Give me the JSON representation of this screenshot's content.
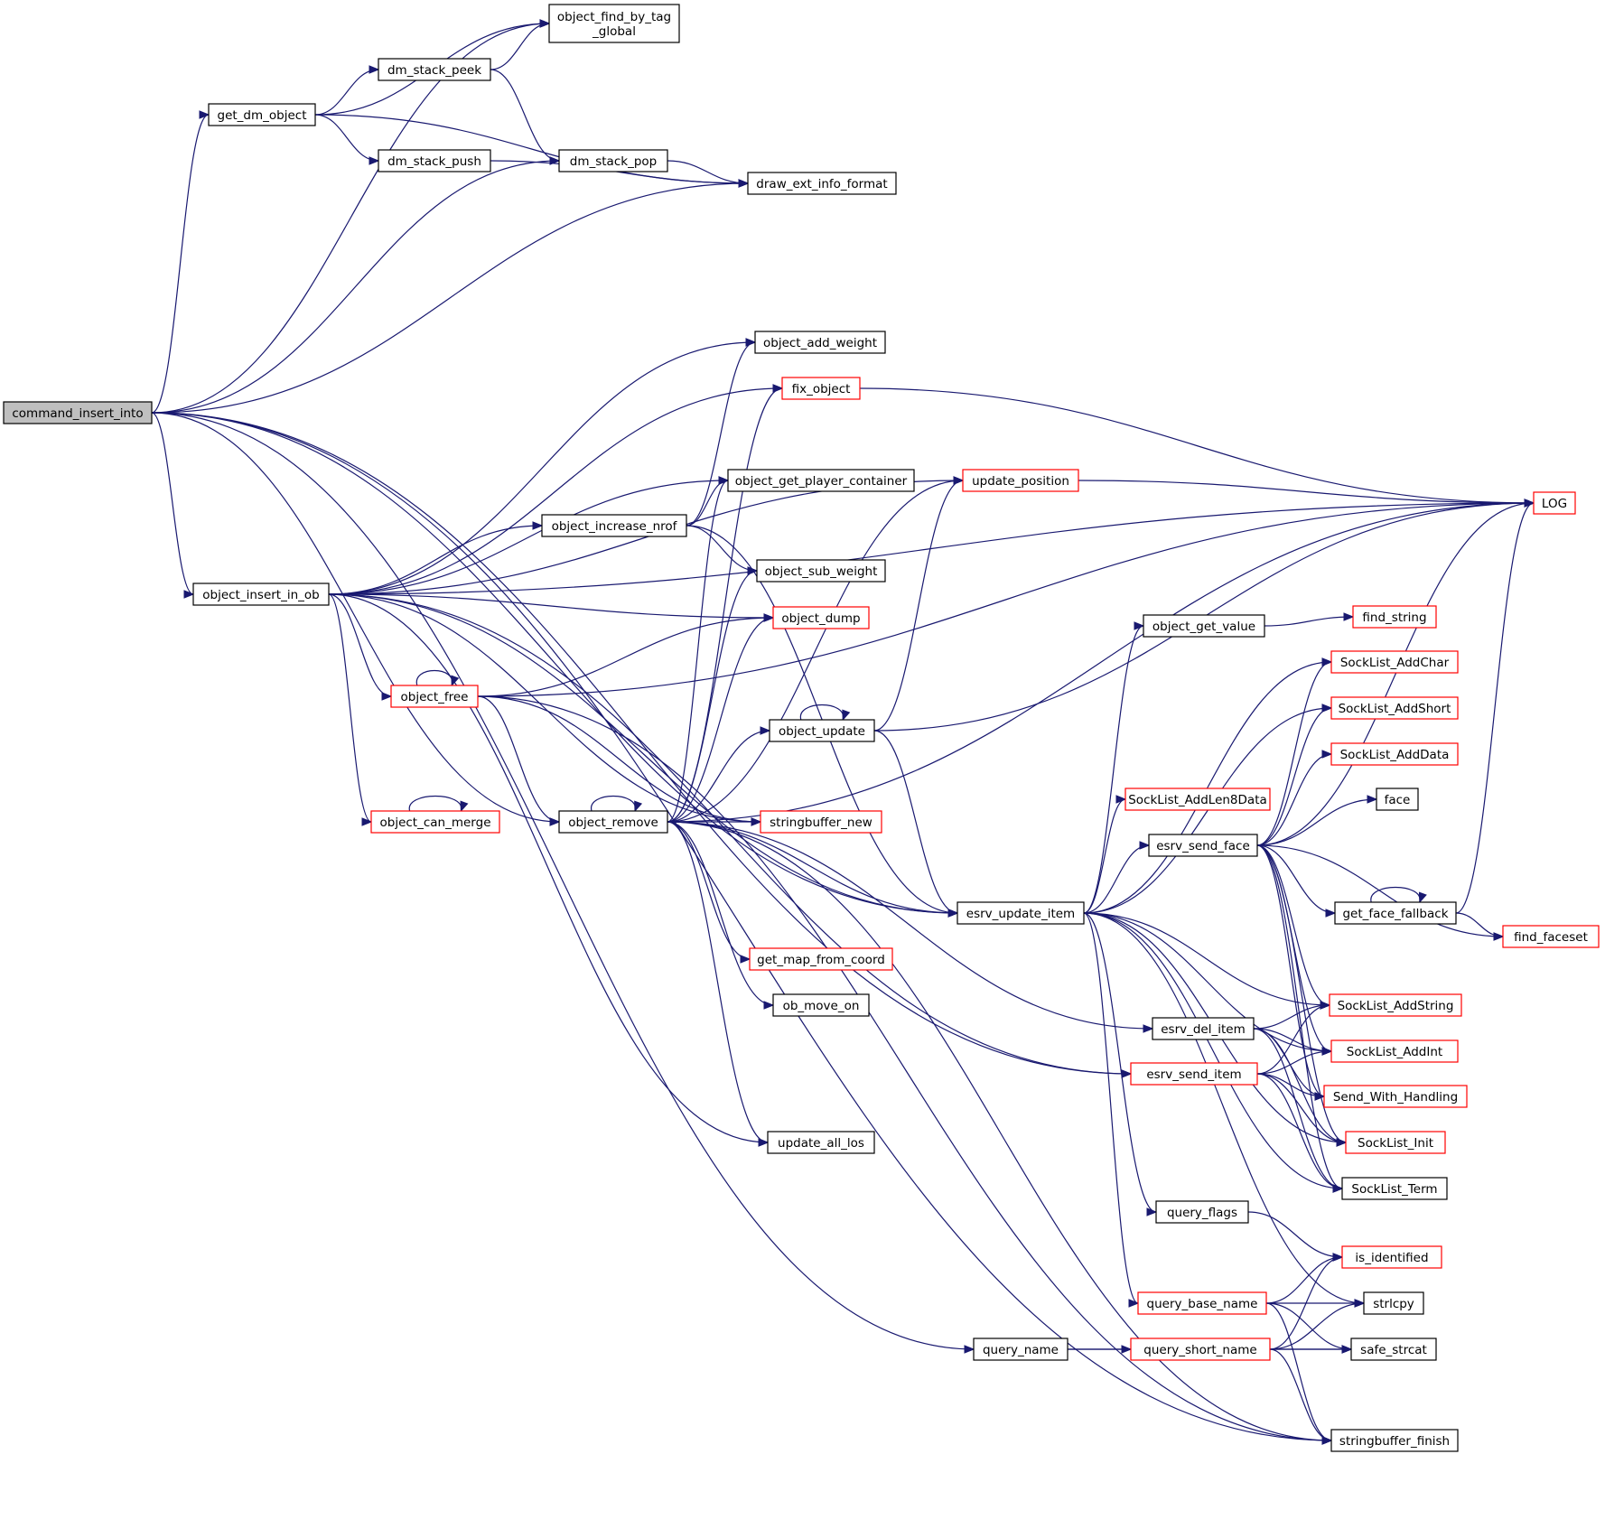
{
  "diagram": {
    "colors": {
      "edge": "#191970",
      "node_border": "#000000",
      "node_border_truncated": "#ff0000",
      "root_fill": "#bfbfbf",
      "node_fill": "#ffffff"
    },
    "nodes": [
      {
        "id": "command_insert_into",
        "label": "command_insert_into",
        "style": "root"
      },
      {
        "id": "object_find_by_tag_global",
        "label": "object_find_by_tag\n_global",
        "style": "normal"
      },
      {
        "id": "get_dm_object",
        "label": "get_dm_object",
        "style": "normal"
      },
      {
        "id": "dm_stack_peek",
        "label": "dm_stack_peek",
        "style": "normal"
      },
      {
        "id": "dm_stack_push",
        "label": "dm_stack_push",
        "style": "normal"
      },
      {
        "id": "dm_stack_pop",
        "label": "dm_stack_pop",
        "style": "normal"
      },
      {
        "id": "draw_ext_info_format",
        "label": "draw_ext_info_format",
        "style": "normal"
      },
      {
        "id": "object_add_weight",
        "label": "object_add_weight",
        "style": "normal"
      },
      {
        "id": "fix_object",
        "label": "fix_object",
        "style": "truncated"
      },
      {
        "id": "object_get_player_container",
        "label": "object_get_player_container",
        "style": "normal"
      },
      {
        "id": "update_position",
        "label": "update_position",
        "style": "truncated"
      },
      {
        "id": "LOG",
        "label": "LOG",
        "style": "truncated"
      },
      {
        "id": "object_increase_nrof",
        "label": "object_increase_nrof",
        "style": "normal"
      },
      {
        "id": "object_sub_weight",
        "label": "object_sub_weight",
        "style": "normal"
      },
      {
        "id": "object_insert_in_ob",
        "label": "object_insert_in_ob",
        "style": "normal"
      },
      {
        "id": "object_dump",
        "label": "object_dump",
        "style": "truncated"
      },
      {
        "id": "object_get_value",
        "label": "object_get_value",
        "style": "normal"
      },
      {
        "id": "find_string",
        "label": "find_string",
        "style": "truncated"
      },
      {
        "id": "object_free",
        "label": "object_free",
        "style": "truncated"
      },
      {
        "id": "SockList_AddChar",
        "label": "SockList_AddChar",
        "style": "truncated"
      },
      {
        "id": "SockList_AddShort",
        "label": "SockList_AddShort",
        "style": "truncated"
      },
      {
        "id": "object_update",
        "label": "object_update",
        "style": "normal"
      },
      {
        "id": "SockList_AddData",
        "label": "SockList_AddData",
        "style": "truncated"
      },
      {
        "id": "SockList_AddLen8Data",
        "label": "SockList_AddLen8Data",
        "style": "truncated"
      },
      {
        "id": "face",
        "label": "face",
        "style": "normal"
      },
      {
        "id": "object_can_merge",
        "label": "object_can_merge",
        "style": "truncated"
      },
      {
        "id": "object_remove",
        "label": "object_remove",
        "style": "normal"
      },
      {
        "id": "stringbuffer_new",
        "label": "stringbuffer_new",
        "style": "truncated"
      },
      {
        "id": "esrv_send_face",
        "label": "esrv_send_face",
        "style": "normal"
      },
      {
        "id": "esrv_update_item",
        "label": "esrv_update_item",
        "style": "normal"
      },
      {
        "id": "get_face_fallback",
        "label": "get_face_fallback",
        "style": "normal"
      },
      {
        "id": "get_map_from_coord",
        "label": "get_map_from_coord",
        "style": "truncated"
      },
      {
        "id": "find_faceset",
        "label": "find_faceset",
        "style": "truncated"
      },
      {
        "id": "ob_move_on",
        "label": "ob_move_on",
        "style": "normal"
      },
      {
        "id": "SockList_AddString",
        "label": "SockList_AddString",
        "style": "truncated"
      },
      {
        "id": "esrv_del_item",
        "label": "esrv_del_item",
        "style": "normal"
      },
      {
        "id": "SockList_AddInt",
        "label": "SockList_AddInt",
        "style": "truncated"
      },
      {
        "id": "esrv_send_item",
        "label": "esrv_send_item",
        "style": "truncated"
      },
      {
        "id": "Send_With_Handling",
        "label": "Send_With_Handling",
        "style": "truncated"
      },
      {
        "id": "SockList_Init",
        "label": "SockList_Init",
        "style": "truncated"
      },
      {
        "id": "update_all_los",
        "label": "update_all_los",
        "style": "normal"
      },
      {
        "id": "SockList_Term",
        "label": "SockList_Term",
        "style": "normal"
      },
      {
        "id": "query_flags",
        "label": "query_flags",
        "style": "normal"
      },
      {
        "id": "is_identified",
        "label": "is_identified",
        "style": "truncated"
      },
      {
        "id": "query_base_name",
        "label": "query_base_name",
        "style": "truncated"
      },
      {
        "id": "strlcpy",
        "label": "strlcpy",
        "style": "normal"
      },
      {
        "id": "query_name",
        "label": "query_name",
        "style": "normal"
      },
      {
        "id": "query_short_name",
        "label": "query_short_name",
        "style": "truncated"
      },
      {
        "id": "safe_strcat",
        "label": "safe_strcat",
        "style": "normal"
      },
      {
        "id": "stringbuffer_finish",
        "label": "stringbuffer_finish",
        "style": "normal"
      }
    ],
    "edges": [
      [
        "command_insert_into",
        "object_find_by_tag_global"
      ],
      [
        "command_insert_into",
        "get_dm_object"
      ],
      [
        "command_insert_into",
        "dm_stack_pop"
      ],
      [
        "command_insert_into",
        "draw_ext_info_format"
      ],
      [
        "command_insert_into",
        "object_insert_in_ob"
      ],
      [
        "command_insert_into",
        "object_remove"
      ],
      [
        "command_insert_into",
        "esrv_update_item"
      ],
      [
        "command_insert_into",
        "esrv_send_item"
      ],
      [
        "command_insert_into",
        "query_name"
      ],
      [
        "command_insert_into",
        "stringbuffer_finish"
      ],
      [
        "get_dm_object",
        "object_find_by_tag_global"
      ],
      [
        "get_dm_object",
        "dm_stack_peek"
      ],
      [
        "get_dm_object",
        "dm_stack_push"
      ],
      [
        "get_dm_object",
        "draw_ext_info_format"
      ],
      [
        "dm_stack_peek",
        "object_find_by_tag_global"
      ],
      [
        "dm_stack_peek",
        "dm_stack_pop"
      ],
      [
        "dm_stack_push",
        "draw_ext_info_format"
      ],
      [
        "dm_stack_pop",
        "draw_ext_info_format"
      ],
      [
        "object_insert_in_ob",
        "LOG"
      ],
      [
        "object_insert_in_ob",
        "object_add_weight"
      ],
      [
        "object_insert_in_ob",
        "fix_object"
      ],
      [
        "object_insert_in_ob",
        "object_get_player_container"
      ],
      [
        "object_insert_in_ob",
        "object_increase_nrof"
      ],
      [
        "object_insert_in_ob",
        "update_position"
      ],
      [
        "object_insert_in_ob",
        "object_dump"
      ],
      [
        "object_insert_in_ob",
        "object_free"
      ],
      [
        "object_insert_in_ob",
        "object_can_merge"
      ],
      [
        "object_insert_in_ob",
        "stringbuffer_new"
      ],
      [
        "object_insert_in_ob",
        "update_all_los"
      ],
      [
        "object_insert_in_ob",
        "esrv_update_item"
      ],
      [
        "object_insert_in_ob",
        "esrv_send_item"
      ],
      [
        "fix_object",
        "LOG"
      ],
      [
        "update_position",
        "LOG"
      ],
      [
        "object_increase_nrof",
        "object_add_weight"
      ],
      [
        "object_increase_nrof",
        "object_get_player_container"
      ],
      [
        "object_increase_nrof",
        "object_sub_weight"
      ],
      [
        "object_increase_nrof",
        "esrv_update_item"
      ],
      [
        "object_free",
        "LOG"
      ],
      [
        "object_free",
        "object_dump"
      ],
      [
        "object_free",
        "object_free"
      ],
      [
        "object_free",
        "object_remove"
      ],
      [
        "object_free",
        "stringbuffer_new"
      ],
      [
        "object_free",
        "stringbuffer_finish"
      ],
      [
        "object_can_merge",
        "object_can_merge"
      ],
      [
        "object_remove",
        "fix_object"
      ],
      [
        "object_remove",
        "object_get_player_container"
      ],
      [
        "object_remove",
        "object_sub_weight"
      ],
      [
        "object_remove",
        "object_dump"
      ],
      [
        "object_remove",
        "update_position"
      ],
      [
        "object_remove",
        "LOG"
      ],
      [
        "object_remove",
        "object_update"
      ],
      [
        "object_remove",
        "object_remove"
      ],
      [
        "object_remove",
        "stringbuffer_new"
      ],
      [
        "object_remove",
        "esrv_update_item"
      ],
      [
        "object_remove",
        "get_map_from_coord"
      ],
      [
        "object_remove",
        "ob_move_on"
      ],
      [
        "object_remove",
        "esrv_del_item"
      ],
      [
        "object_remove",
        "update_all_los"
      ],
      [
        "object_remove",
        "stringbuffer_finish"
      ],
      [
        "object_update",
        "object_update"
      ],
      [
        "object_update",
        "update_position"
      ],
      [
        "object_update",
        "LOG"
      ],
      [
        "object_update",
        "esrv_update_item"
      ],
      [
        "object_get_value",
        "find_string"
      ],
      [
        "esrv_update_item",
        "object_get_value"
      ],
      [
        "esrv_update_item",
        "SockList_AddChar"
      ],
      [
        "esrv_update_item",
        "SockList_AddShort"
      ],
      [
        "esrv_update_item",
        "SockList_AddLen8Data"
      ],
      [
        "esrv_update_item",
        "esrv_send_face"
      ],
      [
        "esrv_update_item",
        "SockList_AddString"
      ],
      [
        "esrv_update_item",
        "SockList_AddInt"
      ],
      [
        "esrv_update_item",
        "SockList_Init"
      ],
      [
        "esrv_update_item",
        "SockList_Term"
      ],
      [
        "esrv_update_item",
        "query_flags"
      ],
      [
        "esrv_update_item",
        "query_base_name"
      ],
      [
        "esrv_update_item",
        "strlcpy"
      ],
      [
        "esrv_send_face",
        "SockList_AddChar"
      ],
      [
        "esrv_send_face",
        "SockList_AddShort"
      ],
      [
        "esrv_send_face",
        "SockList_AddData"
      ],
      [
        "esrv_send_face",
        "face"
      ],
      [
        "esrv_send_face",
        "LOG"
      ],
      [
        "esrv_send_face",
        "get_face_fallback"
      ],
      [
        "esrv_send_face",
        "find_faceset"
      ],
      [
        "esrv_send_face",
        "SockList_AddString"
      ],
      [
        "esrv_send_face",
        "SockList_AddInt"
      ],
      [
        "esrv_send_face",
        "Send_With_Handling"
      ],
      [
        "esrv_send_face",
        "SockList_Init"
      ],
      [
        "esrv_send_face",
        "SockList_Term"
      ],
      [
        "get_face_fallback",
        "get_face_fallback"
      ],
      [
        "get_face_fallback",
        "LOG"
      ],
      [
        "get_face_fallback",
        "find_faceset"
      ],
      [
        "esrv_del_item",
        "SockList_AddString"
      ],
      [
        "esrv_del_item",
        "SockList_AddInt"
      ],
      [
        "esrv_del_item",
        "Send_With_Handling"
      ],
      [
        "esrv_del_item",
        "SockList_Init"
      ],
      [
        "esrv_del_item",
        "SockList_Term"
      ],
      [
        "esrv_send_item",
        "SockList_AddString"
      ],
      [
        "esrv_send_item",
        "SockList_AddInt"
      ],
      [
        "esrv_send_item",
        "Send_With_Handling"
      ],
      [
        "esrv_send_item",
        "SockList_Init"
      ],
      [
        "esrv_send_item",
        "SockList_Term"
      ],
      [
        "query_flags",
        "is_identified"
      ],
      [
        "query_base_name",
        "is_identified"
      ],
      [
        "query_base_name",
        "strlcpy"
      ],
      [
        "query_base_name",
        "safe_strcat"
      ],
      [
        "query_base_name",
        "stringbuffer_finish"
      ],
      [
        "query_name",
        "query_short_name"
      ],
      [
        "query_name",
        "safe_strcat"
      ],
      [
        "query_short_name",
        "is_identified"
      ],
      [
        "query_short_name",
        "strlcpy"
      ],
      [
        "query_short_name",
        "safe_strcat"
      ],
      [
        "query_short_name",
        "stringbuffer_finish"
      ]
    ]
  }
}
